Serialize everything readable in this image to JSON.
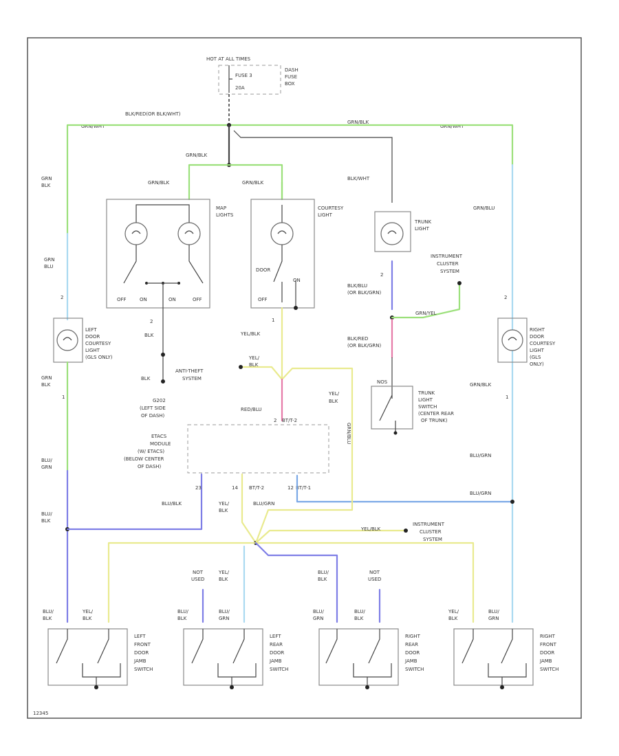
{
  "colors": {
    "green": "#9be07a",
    "lightblue": "#a9d9f0",
    "yellow": "#e9ea8e",
    "blue": "#7d7de6",
    "pink": "#e67aa8",
    "gray": "#a0a0a0",
    "darkgray": "#555555",
    "midblue": "#7aa8e6"
  },
  "fuse": {
    "hot": "HOT AT ALL TIMES",
    "fuse": "FUSE 3",
    "amp": "20A",
    "box1": "DASH",
    "box2": "FUSE",
    "box3": "BOX"
  },
  "wires": {
    "top_left": "BLK/RED(OR BLK/WHT)",
    "grn_wht_left": "GRN/WHT",
    "grn_blk_top": "GRN/BLK",
    "grn_wht_right": "GRN/WHT",
    "grn_blk_main": "GRN/BLK",
    "grn_blk_map": "GRN/BLK",
    "grn_blk_courtesy": "GRN/BLK",
    "blk_wht": "BLK/WHT",
    "grn_blu_right": "GRN/BLU",
    "left_grn_blk_1a": "GRN",
    "left_grn_blk_1b": "BLK",
    "left_grn_blu_1a": "GRN",
    "left_grn_blu_1b": "BLU",
    "left_grn_blk_2a": "GRN",
    "left_grn_blk_2b": "BLK",
    "left_blu_grn_a": "BLU/",
    "left_blu_grn_b": "GRN",
    "left_blu_blk_a": "BLU/",
    "left_blu_blk_b": "BLK",
    "blk_map": "BLK",
    "blk_gnd": "BLK",
    "yel_blk_courtesy": "YEL/BLK",
    "blk_blu": "BLK/BLU",
    "blk_blu_alt": "(OR BLK/GRN)",
    "grn_yel": "GRN/YEL",
    "blk_red": "BLK/RED",
    "blk_red_alt": "(OR BLK/GRN)",
    "yel_blk_anti_a": "YEL/",
    "yel_blk_anti_b": "BLK",
    "red_blu": "RED/BLU",
    "yel_blk_mid_a": "YEL/",
    "yel_blk_mid_b": "BLK",
    "grn_blu_vert": "GRN/BLU",
    "grn_blk_rdoor": "GRN/BLK",
    "blu_grn_right": "BLU/GRN",
    "blu_grn_right2": "BLU/GRN",
    "blu_blk_etacs": "BLU/BLK",
    "yel_blk_etacs_a": "YEL/",
    "yel_blk_etacs_b": "BLK",
    "blu_grn_etacs": "BLU/GRN",
    "yel_blk_bus": "YEL/BLK"
  },
  "components": {
    "map_light": [
      "MAP",
      "LIGHTS"
    ],
    "map_switch": [
      "OFF",
      "ON",
      "ON",
      "OFF"
    ],
    "courtesy_light": [
      "COURTESY",
      "LIGHT"
    ],
    "courtesy_switch": [
      "DOOR",
      "OFF"
    ],
    "courtesy_on": "ON",
    "trunk_light": [
      "TRUNK",
      "LIGHT"
    ],
    "instrument_top": [
      "INSTRUMENT",
      "CLUSTER",
      "SYSTEM"
    ],
    "left_door_light": [
      "LEFT",
      "DOOR",
      "COURTESY",
      "LIGHT",
      "(GLS ONLY)"
    ],
    "right_door_light": [
      "RIGHT",
      "DOOR",
      "COURTESY",
      "LIGHT",
      "(GLS",
      "ONLY)"
    ],
    "anti_theft": [
      "ANTI-THEFT",
      "SYSTEM"
    ],
    "ground": [
      "G202",
      "(LEFT SIDE",
      "OF DASH)"
    ],
    "etacs": [
      "ETACS",
      "MODULE",
      "(W/ ETACS)",
      "(BELOW CENTER",
      "OF DASH)"
    ],
    "trunk_switch": [
      "TRUNK",
      "LIGHT",
      "SWITCH",
      "(CENTER REAR",
      "OF TRUNK)"
    ],
    "nos": "NOS",
    "instrument_bus": [
      "INSTRUMENT",
      "CLUSTER",
      "SYSTEM"
    ],
    "lf_door": [
      "LEFT",
      "FRONT",
      "DOOR",
      "JAMB",
      "SWITCH"
    ],
    "lr_door": [
      "LEFT",
      "REAR",
      "DOOR",
      "JAMB",
      "SWITCH"
    ],
    "rr_door": [
      "RIGHT",
      "REAR",
      "DOOR",
      "JAMB",
      "SWITCH"
    ],
    "rf_door": [
      "RIGHT",
      "FRONT",
      "DOOR",
      "JAMB",
      "SWITCH"
    ]
  },
  "pins": {
    "etacs_p1": "2",
    "etacs_p2": "BT/T-2",
    "etacs_p3": "23",
    "etacs_p4": "14",
    "etacs_p5": "BT/T-2",
    "etacs_p6": "12",
    "etacs_p7": "BT/T-1",
    "map_pin": "2",
    "cour_pin": "1",
    "ldoor_pin2": "2",
    "ldoor_pin1": "1",
    "rdoor_pin2": "2",
    "rdoor_pin1": "1",
    "trunk_pin": "2",
    "blk_map_pin": "BLK"
  },
  "doors": {
    "lf_a": [
      "BLU/",
      "BLK"
    ],
    "lf_b": [
      "YEL/",
      "BLK"
    ],
    "lr_a": [
      "BLU/",
      "BLK"
    ],
    "lr_b": [
      "BLU/",
      "GRN"
    ],
    "lr_nu": [
      "NOT",
      "USED"
    ],
    "lr_yb": [
      "YEL/",
      "BLK"
    ],
    "rr_a": [
      "BLU/",
      "GRN"
    ],
    "rr_b": [
      "BLU/",
      "BLK"
    ],
    "rr_yb": [
      "BLU/",
      "BLK"
    ],
    "rr_nu": [
      "NOT",
      "USED"
    ],
    "rf_a": [
      "YEL/",
      "BLK"
    ],
    "rf_b": [
      "BLU/",
      "GRN"
    ]
  },
  "footer": "12345"
}
